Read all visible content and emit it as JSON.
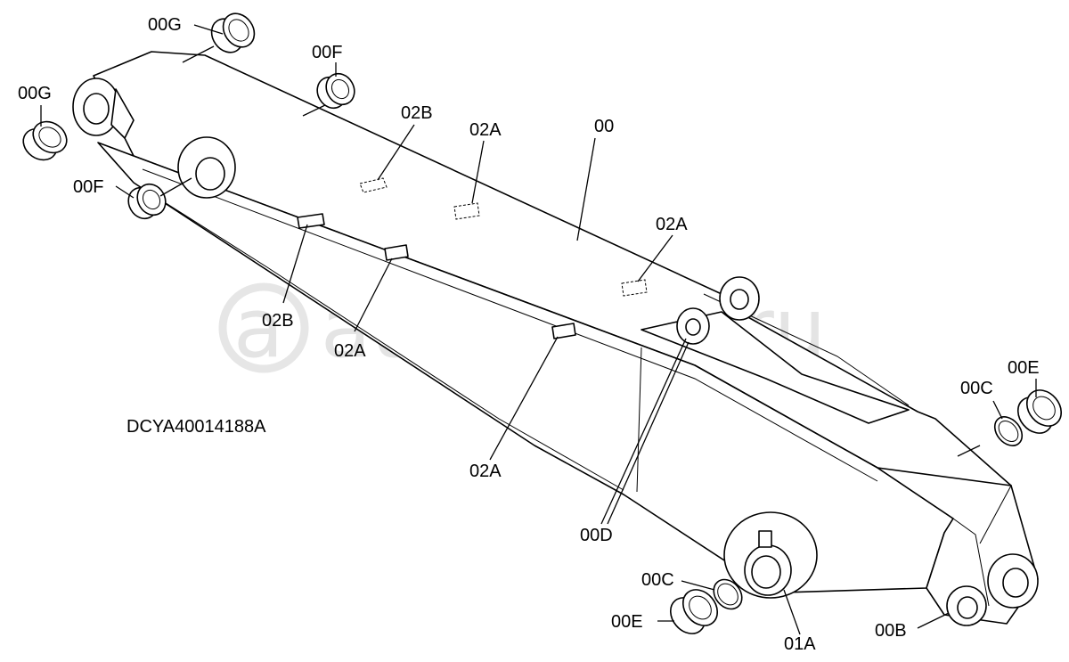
{
  "diagram": {
    "drawing_code": "DCYA40014188A",
    "watermark": "autopitan.ru",
    "labels": {
      "00": "00",
      "00G_top": "00G",
      "00G_left": "00G",
      "00F_top": "00F",
      "00F_left": "00F",
      "02B_top": "02B",
      "02B_bottom": "02B",
      "02A_top": "02A",
      "02A_right": "02A",
      "02A_bottom_left": "02A",
      "02A_bottom_mid": "02A",
      "00C_right": "00C",
      "00E_right": "00E",
      "00D": "00D",
      "00C_bottom": "00C",
      "00E_bottom": "00E",
      "01A": "01A",
      "00B": "00B"
    }
  }
}
